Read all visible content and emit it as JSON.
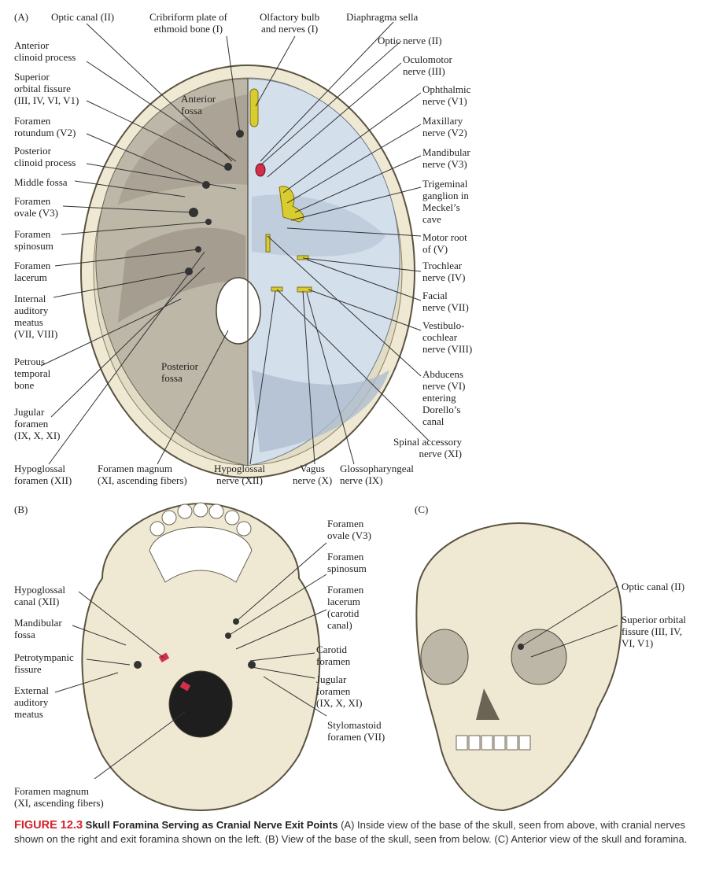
{
  "panels": {
    "a": "(A)",
    "b": "(B)",
    "c": "(C)"
  },
  "colors": {
    "nerve": "#d8cc2e",
    "artery": "#d2304a",
    "bone": "#efe9d4",
    "dura": "#c9d6e6",
    "caption_red": "#d4202a"
  },
  "panel_a": {
    "region_labels": {
      "anterior_fossa": "Anterior\nfossa",
      "posterior_fossa": "Posterior\nfossa"
    },
    "top_labels": {
      "optic_canal": "Optic canal (II)",
      "cribriform": "Cribriform plate of\nethmoid bone (I)",
      "olfactory": "Olfactory bulb\nand nerves (I)",
      "diaphragma": "Diaphragma sella"
    },
    "left_labels": {
      "anterior_clinoid": "Anterior\nclinoid process",
      "sup_orbital": "Superior\norbital fissure\n(III, IV, VI, V1)",
      "rotundum": "Foramen\nrotundum (V2)",
      "post_clinoid": "Posterior\nclinoid process",
      "middle_fossa": "Middle fossa",
      "ovale": "Foramen\novale (V3)",
      "spinosum": "Foramen\nspinosum",
      "lacerum": "Foramen\nlacerum",
      "int_auditory": "Internal\nauditory\nmeatus\n(VII, VIII)",
      "petrous": "Petrous\ntemporal\nbone",
      "jugular": "Jugular\nforamen\n(IX, X, XI)"
    },
    "right_labels": {
      "optic_nerve": "Optic nerve (II)",
      "oculomotor": "Oculomotor\nnerve (III)",
      "ophthalmic": "Ophthalmic\nnerve (V1)",
      "maxillary": "Maxillary\nnerve (V2)",
      "mandibular": "Mandibular\nnerve (V3)",
      "trigeminal": "Trigeminal\nganglion in\nMeckel’s\ncave",
      "motor_root": "Motor root\nof (V)",
      "trochlear": "Trochlear\nnerve (IV)",
      "facial": "Facial\nnerve (VII)",
      "vestibulo": "Vestibulo-\ncochlear\nnerve (VIII)",
      "abducens": "Abducens\nnerve (VI)\nentering\nDorello’s\ncanal",
      "spinal_acc": "Spinal accessory\nnerve (XI)"
    },
    "bottom_labels": {
      "hypoglossal_foramen": "Hypoglossal\nforamen (XII)",
      "magnum": "Foramen magnum\n(XI, ascending fibers)",
      "hypoglossal_nerve": "Hypoglossal\nnerve (XII)",
      "vagus": "Vagus\nnerve (X)",
      "glosso": "Glossopharyngeal\nnerve (IX)"
    }
  },
  "panel_b": {
    "left_labels": {
      "hypoglossal_canal": "Hypoglossal\ncanal (XII)",
      "mandibular_fossa": "Mandibular\nfossa",
      "petrotympanic": "Petrotympanic\nfissure",
      "ext_auditory": "External\nauditory\nmeatus",
      "magnum": "Foramen magnum\n(XI, ascending fibers)"
    },
    "right_labels": {
      "ovale": "Foramen\novale (V3)",
      "spinosum": "Foramen\nspinosum",
      "lacerum": "Foramen\nlacerum\n(carotid\ncanal)",
      "carotid": "Carotid\nforamen",
      "jugular": "Jugular\nforamen\n(IX, X, XI)",
      "stylomastoid": "Stylomastoid\nforamen (VII)"
    }
  },
  "panel_c": {
    "labels": {
      "optic_canal": "Optic canal (II)",
      "sup_orbital": "Superior orbital\nfissure (III, IV,\nVI, V1)"
    }
  },
  "caption": {
    "figure": "FIGURE 12.3",
    "title": "Skull Foramina Serving as Cranial Nerve Exit Points",
    "text": "(A) Inside view of the base of the skull, seen from above, with cranial nerves shown on the right and exit foramina shown on the left. (B) View of the base of the skull, seen from below. (C) Anterior view of the skull and foramina."
  }
}
